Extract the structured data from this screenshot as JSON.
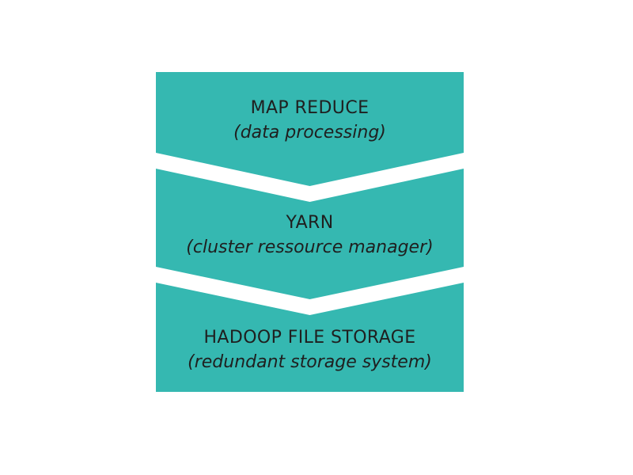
{
  "diagram": {
    "type": "stacked-chevron-diagram",
    "colors": {
      "block": "#35b8b1",
      "text": "#1f1f1f",
      "background": "#ffffff"
    },
    "layers": [
      {
        "name": "MAP REDUCE",
        "description": "(data processing)"
      },
      {
        "name": "YARN",
        "description": "(cluster ressource manager)"
      },
      {
        "name": "HADOOP FILE STORAGE",
        "description": "(redundant storage system)"
      }
    ]
  }
}
